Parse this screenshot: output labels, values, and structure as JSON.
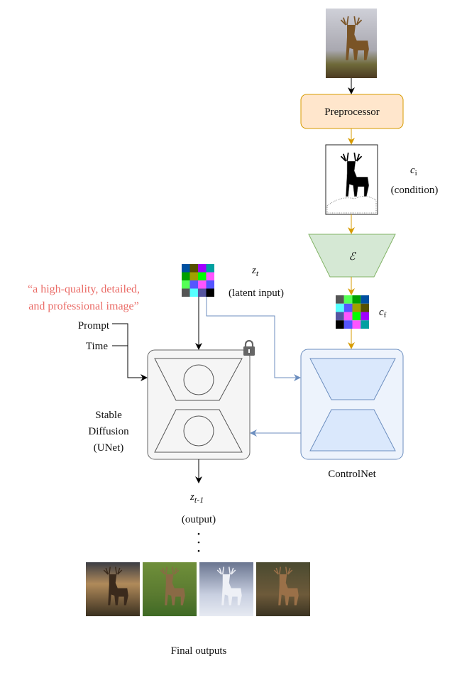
{
  "nodes": {
    "preprocessor": "Preprocessor",
    "condition_symbol": "c",
    "condition_subscript": "i",
    "condition_label": "(condition)",
    "encoder_symbol": "ℰ",
    "feature_symbol": "c",
    "feature_subscript": "f",
    "latent_symbol": "z",
    "latent_subscript": "t",
    "latent_label": "(latent input)",
    "prompt_text_line1": "“a high-quality, detailed,",
    "prompt_text_line2": "and professional image”",
    "prompt_label": "Prompt",
    "time_label": "Time",
    "unet_label_line1": "Stable",
    "unet_label_line2": "Diffusion",
    "unet_label_line3": "(UNet)",
    "controlnet_label": "ControlNet",
    "output_symbol": "z",
    "output_subscript": "t-1",
    "output_label": "(output)",
    "final_label": "Final outputs"
  },
  "latent_grid_colors": [
    [
      "#0050a0",
      "#555000",
      "#a000ff",
      "#00a0a0"
    ],
    [
      "#00a000",
      "#a0a000",
      "#00ff00",
      "#ff55ff"
    ],
    [
      "#55ff55",
      "#5555ff",
      "#ff55ff",
      "#5555ff"
    ],
    [
      "#555555",
      "#55ffff",
      "#5555a0",
      "#000000"
    ]
  ],
  "feature_grid_colors": [
    [
      "#555555",
      "#55ff55",
      "#00a000",
      "#0050a0"
    ],
    [
      "#55ffff",
      "#5555ff",
      "#a0a000",
      "#555000"
    ],
    [
      "#5555a0",
      "#ff55ff",
      "#00ff00",
      "#a000ff"
    ],
    [
      "#000000",
      "#5555ff",
      "#ff55ff",
      "#00a0a0"
    ]
  ],
  "colors": {
    "preprocessor_fill": "#ffe6cc",
    "preprocessor_stroke": "#d79b00",
    "encoder_fill": "#d5e8d4",
    "encoder_stroke": "#82b366",
    "controlnet_fill": "#edf3fc",
    "controlnet_block_fill": "#dae8fc",
    "controlnet_stroke": "#6c8ebf",
    "unet_fill": "#f5f5f5",
    "unet_stroke": "#666666",
    "prompt_text": "#ea6b66"
  },
  "icons": {
    "unet_lock": "lock-icon"
  }
}
